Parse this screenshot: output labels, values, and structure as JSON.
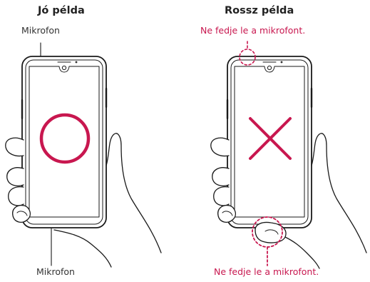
{
  "good_example": {
    "title": "Jó példa",
    "top_label": "Mikrofon",
    "bottom_label": "Mikrofon"
  },
  "bad_example": {
    "title": "Rossz példa",
    "top_label": "Ne fedje le a mikrofont.",
    "bottom_label": "Ne fedje le a mikrofont."
  },
  "colors": {
    "accent": "#c8174f",
    "line": "#1a1a1a"
  },
  "icons": {
    "good_mark": "circle-mark-icon",
    "bad_mark": "cross-mark-icon"
  }
}
